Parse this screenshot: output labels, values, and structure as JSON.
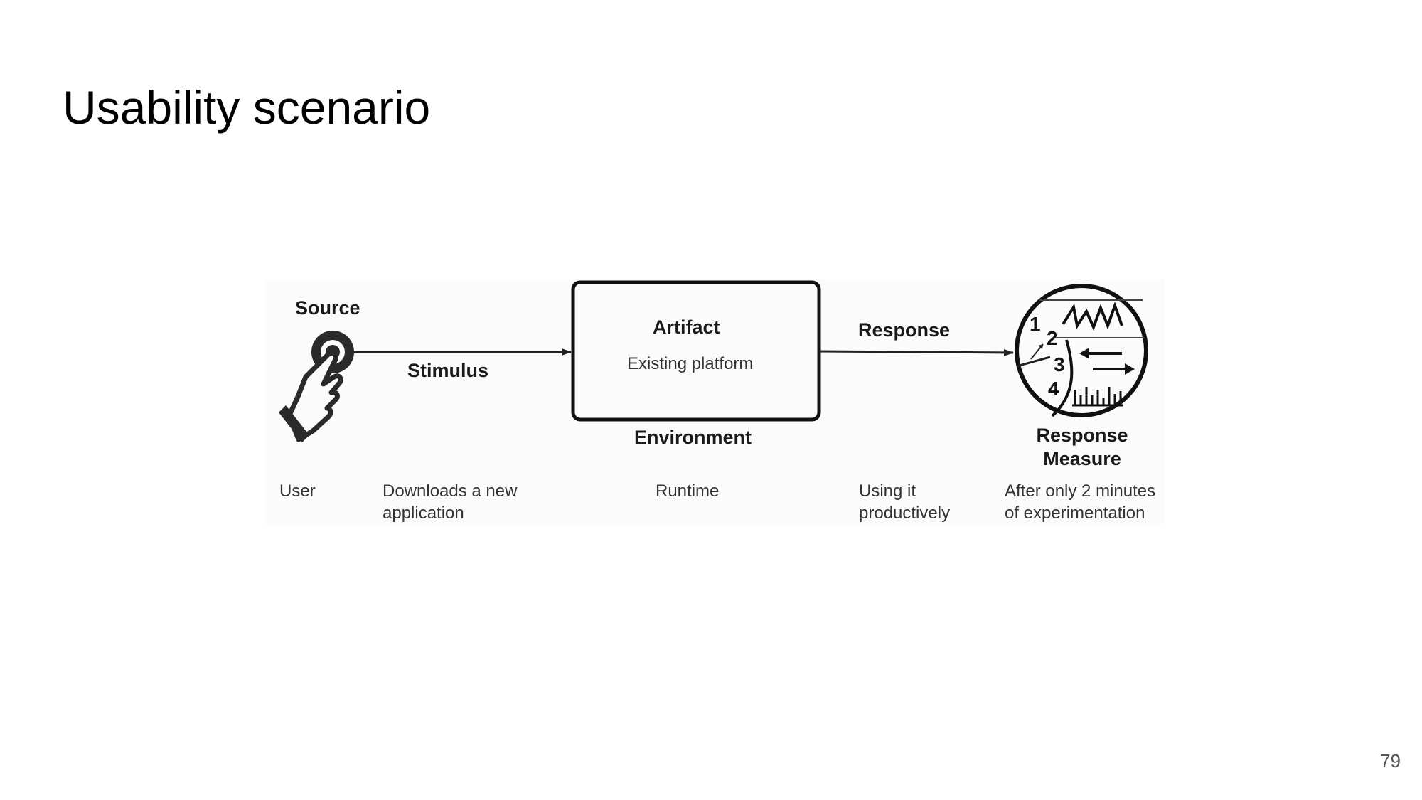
{
  "title": "Usability scenario",
  "page_number": "79",
  "diagram": {
    "source_label": "Source",
    "stimulus_label": "Stimulus",
    "artifact_label": "Artifact",
    "artifact_value": "Existing platform",
    "environment_label": "Environment",
    "response_label": "Response",
    "response_measure_line1": "Response",
    "response_measure_line2": "Measure",
    "gauge_numbers": [
      "1",
      "2",
      "3",
      "4"
    ]
  },
  "descriptions": {
    "source": "User",
    "stimulus_line1": "Downloads a new",
    "stimulus_line2": "application",
    "environment": "Runtime",
    "response_line1": "Using it",
    "response_line2": "productively",
    "measure_line1": "After only 2 minutes",
    "measure_line2": "of experimentation"
  }
}
